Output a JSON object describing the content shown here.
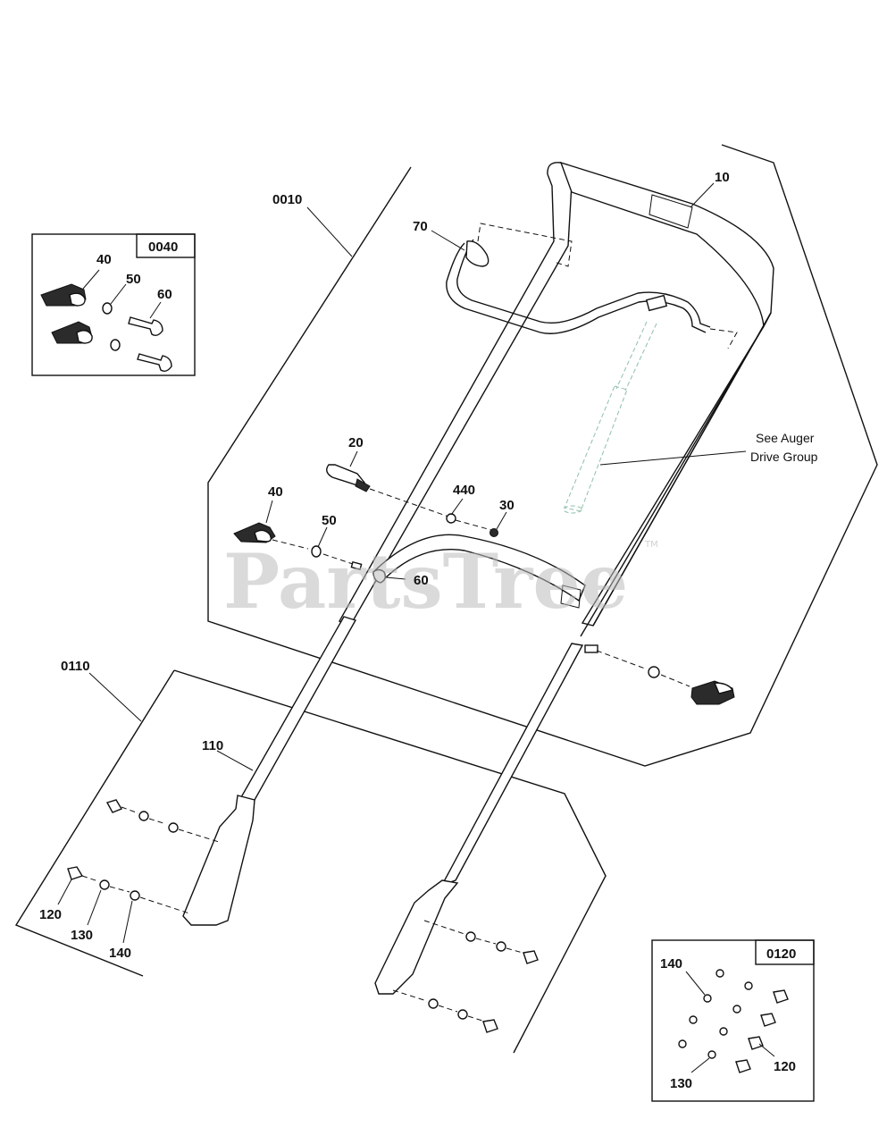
{
  "labels": {
    "l_0010": "0010",
    "l_0040": "0040",
    "l_0110": "0110",
    "l_0120": "0120",
    "l_10": "10",
    "l_70": "70",
    "l_20": "20",
    "l_440": "440",
    "l_30": "30",
    "l_40_main": "40",
    "l_50_main": "50",
    "l_60_main": "60",
    "l_40_box": "40",
    "l_50_box": "50",
    "l_60_box": "60",
    "l_110": "110",
    "l_120_left": "120",
    "l_130_left": "130",
    "l_140_left": "140",
    "l_140_box": "140",
    "l_120_box": "120",
    "l_130_box": "130"
  },
  "note": {
    "line1": "See Auger",
    "line2": "Drive Group"
  },
  "watermark": {
    "text": "PartsTree",
    "tm": "TM"
  }
}
